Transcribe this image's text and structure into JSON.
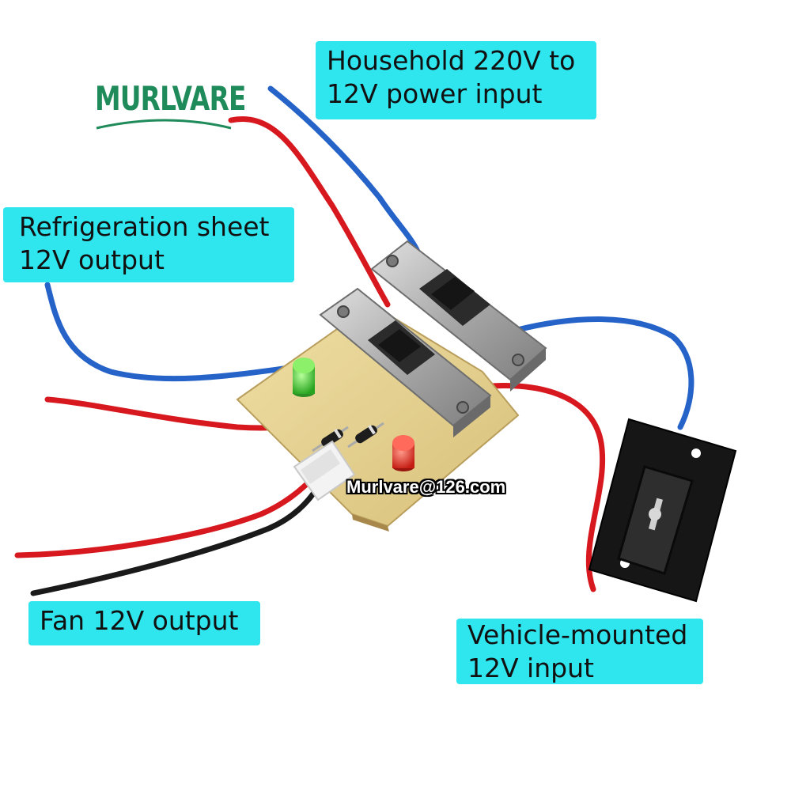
{
  "labels": {
    "household_line1": "Household 220V to",
    "household_line2": "12V power input",
    "refrig_line1": "Refrigeration sheet",
    "refrig_line2": "12V output",
    "fan": "Fan 12V output",
    "vehicle_line1": "Vehicle-mounted",
    "vehicle_line2": "12V input"
  },
  "logo": "MURLVARE",
  "email": "Murlvare@126.com",
  "colors": {
    "label_bg": "#2fe5ee",
    "logo_green": "#1f8a5a",
    "wire_red": "#d7191f",
    "wire_blue": "#2563c9",
    "wire_black": "#1a1a1a",
    "pcb": "#e8d596",
    "switch_metal": "#b9b9b9",
    "led_green": "#3ccf32",
    "led_red": "#e5312b"
  }
}
